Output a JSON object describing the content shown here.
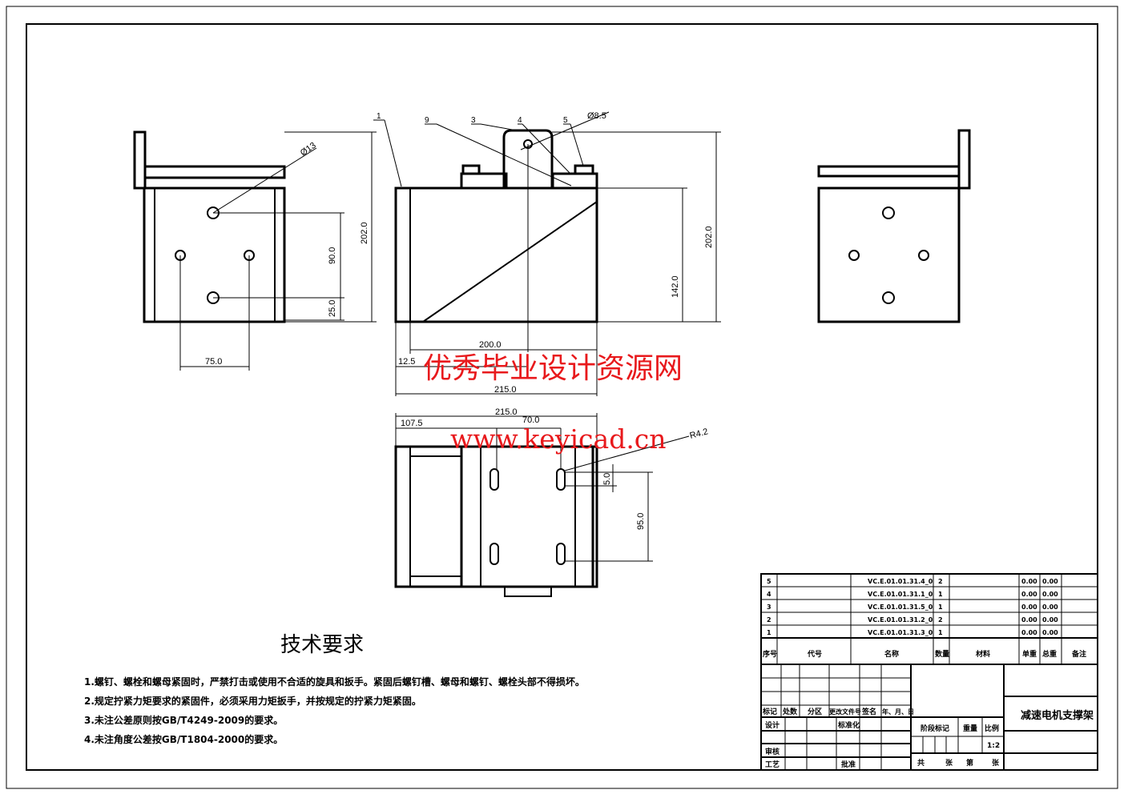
{
  "drawing": {
    "left_view": {
      "dia": "Ø13",
      "dim_90": "90.0",
      "dim_25": "25.0",
      "dim_202": "202.0",
      "dim_75": "75.0"
    },
    "front_view": {
      "labels": [
        "1",
        "9",
        "3",
        "4",
        "5"
      ],
      "dia": "Ø8.5",
      "dim_200": "200.0",
      "dim_12": "12.5",
      "dim_215": "215.0",
      "dim_142": "142.0",
      "dim_202": "202.0"
    },
    "bottom_view": {
      "dim_215": "215.0",
      "dim_107": "107.5",
      "dim_70": "70.0",
      "r": "R4.2",
      "dim_5": "5.0",
      "dim_95": "95.0"
    }
  },
  "watermark": {
    "cn": "优秀毕业设计资源网",
    "url": "www.keyicad.cn"
  },
  "tech": {
    "title": "技术要求",
    "items": [
      "1.螺钉、螺栓和螺母紧固时，严禁打击或使用不合适的旋具和扳手。紧固后螺钉槽、螺母和螺钉、螺栓头部不得损坏。",
      "2.规定拧紧力矩要求的紧固件，必须采用力矩扳手，并按规定的拧紧力矩紧固。",
      "3.未注公差原则按GB/T4249-2009的要求。",
      "4.未注角度公差按GB/T1804-2000的要求。"
    ]
  },
  "bom": {
    "rows": [
      {
        "no": "5",
        "name": "VC.E.01.01.31.4_0",
        "qty": "2",
        "unit": "0.00",
        "total": "0.00"
      },
      {
        "no": "4",
        "name": "VC.E.01.01.31.1_0",
        "qty": "1",
        "unit": "0.00",
        "total": "0.00"
      },
      {
        "no": "3",
        "name": "VC.E.01.01.31.5_0",
        "qty": "1",
        "unit": "0.00",
        "total": "0.00"
      },
      {
        "no": "2",
        "name": "VC.E.01.01.31.2_0",
        "qty": "2",
        "unit": "0.00",
        "total": "0.00"
      },
      {
        "no": "1",
        "name": "VC.E.01.01.31.3_0",
        "qty": "1",
        "unit": "0.00",
        "total": "0.00"
      }
    ],
    "header": [
      "序号",
      "代号",
      "名称",
      "数量",
      "材料",
      "单重",
      "总重",
      "备注"
    ]
  },
  "title_block": {
    "rev_header": [
      "标记",
      "处数",
      "分区",
      "更改文件号",
      "签名",
      "年、月、日"
    ],
    "design": "设计",
    "std": "标准化",
    "check": "审核",
    "process": "工艺",
    "approve": "批准",
    "stage": "阶段标记",
    "weight": "重量",
    "scale": "比例",
    "scale_val": "1:2",
    "sheets": [
      "共",
      "张",
      "第",
      "张"
    ],
    "title": "减速电机支撑架"
  }
}
